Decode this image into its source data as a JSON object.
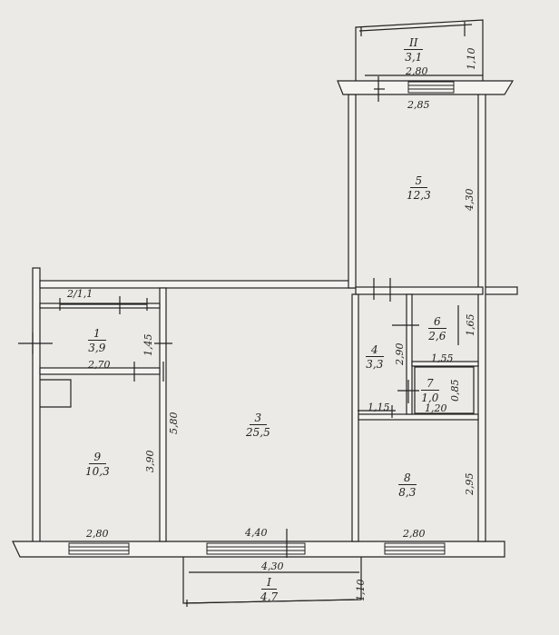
{
  "rooms": [
    {
      "id": "II",
      "number": "II",
      "area": "3,1"
    },
    {
      "id": "5",
      "number": "5",
      "area": "12,3"
    },
    {
      "id": "1",
      "number": "1",
      "area": "3,9"
    },
    {
      "id": "3",
      "number": "3",
      "area": "25,5"
    },
    {
      "id": "4",
      "number": "4",
      "area": "3,3"
    },
    {
      "id": "6",
      "number": "6",
      "area": "2,6"
    },
    {
      "id": "7",
      "number": "7",
      "area": "1,0"
    },
    {
      "id": "9",
      "number": "9",
      "area": "10,3"
    },
    {
      "id": "8",
      "number": "8",
      "area": "8,3"
    },
    {
      "id": "I",
      "number": "I",
      "area": "4,7"
    }
  ],
  "dimensions": {
    "balcony_top_width": "2,80",
    "balcony_top_depth": "1,10",
    "room5_width": "2,85",
    "room5_height": "4,30",
    "closet_2": "2/1,1",
    "room1_height": "1,45",
    "room1_width": "2,70",
    "room3_height": "5,80",
    "room9_height": "3,90",
    "room9_width": "2,80",
    "room3_width": "4,40",
    "room4_height": "2,90",
    "room6_height": "1,65",
    "room6_width": "1,55",
    "room7_height": "0,85",
    "room7_width": "1,20",
    "room4_width": "1,15",
    "room8_height": "2,95",
    "room8_width": "2,80",
    "balcony_bottom_width": "4,30",
    "balcony_bottom_depth": "1,10"
  },
  "colors": {
    "paper": "#eceae6",
    "wall_fill": "#f4f3f0",
    "line": "#222222"
  }
}
